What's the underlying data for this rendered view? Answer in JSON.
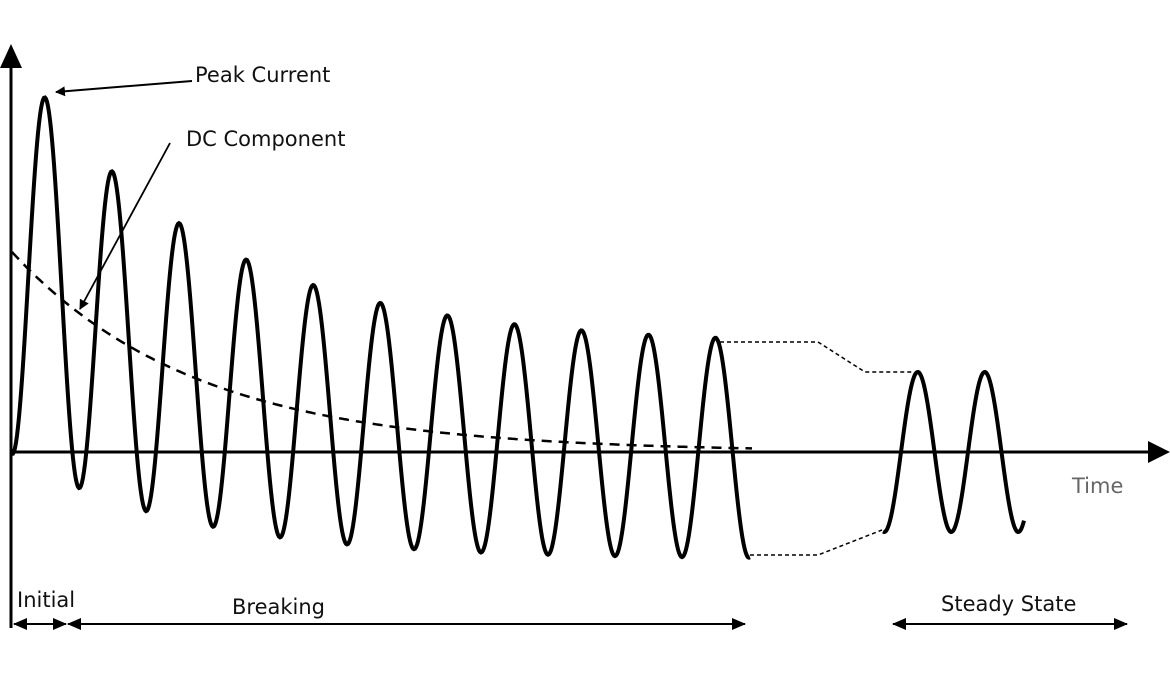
{
  "labels": {
    "peak_current": "Peak Current",
    "dc_component": "DC Component",
    "time_axis": "Time",
    "initial": "Initial",
    "breaking": "Breaking",
    "steady_state": "Steady State"
  },
  "colors": {
    "stroke": "#000000",
    "time_label": "#666666"
  }
}
